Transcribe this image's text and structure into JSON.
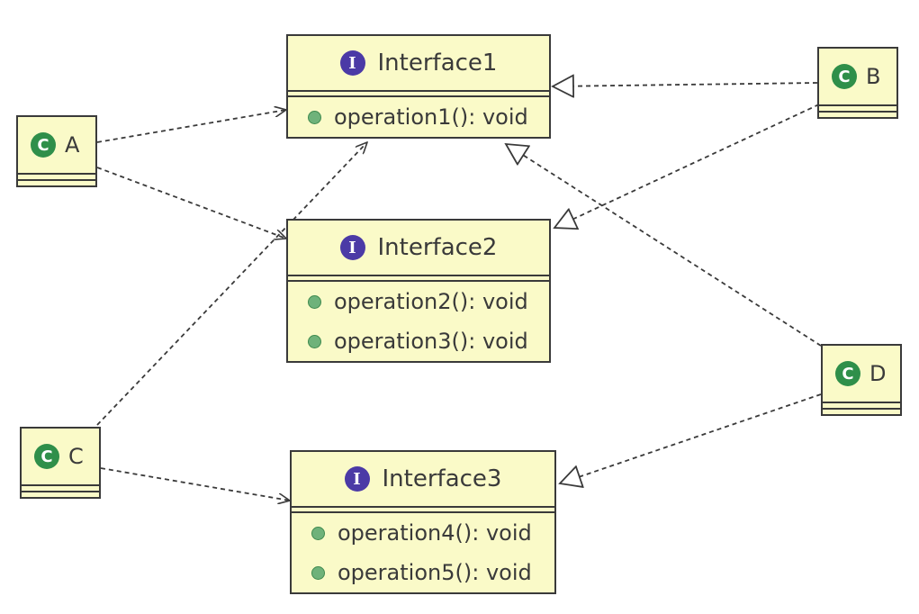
{
  "interfaces": [
    {
      "name": "Interface1",
      "operations": [
        "operation1(): void"
      ]
    },
    {
      "name": "Interface2",
      "operations": [
        "operation2(): void",
        "operation3(): void"
      ]
    },
    {
      "name": "Interface3",
      "operations": [
        "operation4(): void",
        "operation5(): void"
      ]
    }
  ],
  "classes": [
    {
      "name": "A"
    },
    {
      "name": "B"
    },
    {
      "name": "C"
    },
    {
      "name": "D"
    }
  ],
  "icons": {
    "interface": "interface-icon",
    "class": "class-icon",
    "operation": "public-method-icon"
  },
  "colors": {
    "box_fill": "#fafac8",
    "border": "#3a3a3a",
    "interface_icon": "#4b3aa6",
    "class_icon": "#2f8f4a",
    "method_dot": "#6fb27a"
  }
}
